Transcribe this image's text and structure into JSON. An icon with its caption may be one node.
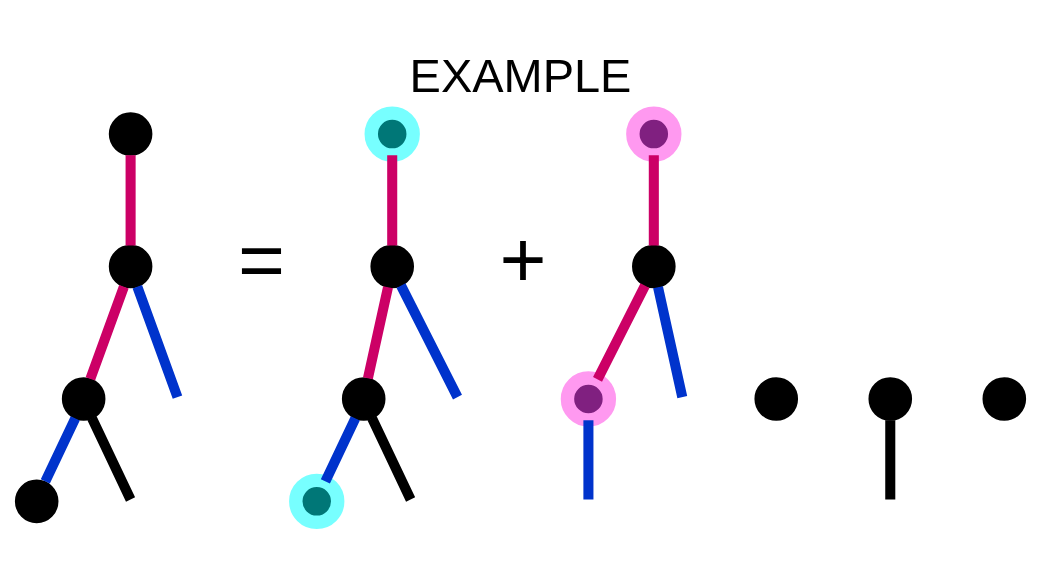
{
  "diagram": {
    "title": "EXAMPLE",
    "nodes": [
      {
        "text": [],
        "shape": "circle"
      },
      {
        "text": [],
        "shape": "circle"
      },
      {
        "text": [],
        "shape": "circle"
      },
      {
        "text": [],
        "shape": "circle"
      },
      {
        "text": [],
        "shape": "circle"
      },
      {
        "text": [],
        "shape": "circle"
      },
      {
        "text": [],
        "shape": "circle"
      },
      {
        "text": [],
        "shape": "circle"
      },
      {
        "text": [],
        "shape": "circle"
      },
      {
        "text": [],
        "shape": "circle"
      },
      {
        "text": [],
        "shape": "circle"
      },
      {
        "text": [],
        "shape": "circle"
      },
      {
        "text": [],
        "shape": "circle"
      },
      {
        "text": [],
        "shape": "circle"
      }
    ],
    "edges": [
      {
        "from": 0,
        "to": 1,
        "arrow": "none",
        "color": "#cc0066"
      },
      {
        "from": 1,
        "to": 2,
        "arrow": "none",
        "color": "#cc0066"
      },
      {
        "from": 1,
        "to": null,
        "arrow": "none",
        "color": "#0033cc"
      },
      {
        "from": 2,
        "to": null,
        "arrow": "none",
        "color": "#000000"
      },
      {
        "from": 2,
        "to": 4,
        "arrow": "none",
        "color": "#0033cc"
      },
      {
        "from": 5,
        "to": 6,
        "arrow": "none",
        "color": "#cc0066"
      },
      {
        "from": 6,
        "to": 7,
        "arrow": "none",
        "color": "#cc0066"
      },
      {
        "from": 6,
        "to": null,
        "arrow": "none",
        "color": "#0033cc"
      },
      {
        "from": 7,
        "to": null,
        "arrow": "none",
        "color": "#000000"
      },
      {
        "from": 7,
        "to": 9,
        "arrow": "none",
        "color": "#0033cc"
      },
      {
        "from": 8,
        "to": null,
        "arrow": "none",
        "color": "#000000"
      },
      {
        "from": 10,
        "to": 11,
        "arrow": "none",
        "color": "#cc0066"
      },
      {
        "from": 11,
        "to": 12,
        "arrow": "none",
        "color": "#cc0066"
      },
      {
        "from": 11,
        "to": null,
        "arrow": "none",
        "color": "#0033cc"
      },
      {
        "from": 12,
        "to": null,
        "arrow": "none",
        "color": "#0033cc"
      }
    ],
    "labels": [
      "=",
      "+"
    ]
  }
}
